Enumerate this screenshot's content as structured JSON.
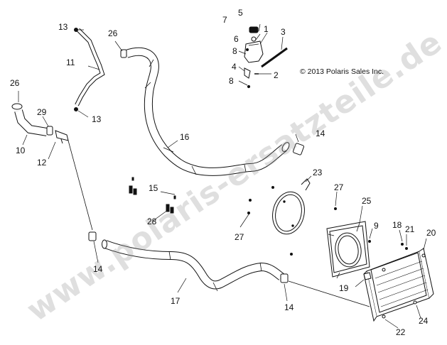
{
  "copyright": "© 2013 Polaris Sales Inc.",
  "watermark": "www.polaris-ersatzteile.de",
  "callouts": [
    {
      "id": "c1",
      "text": "1"
    },
    {
      "id": "c2",
      "text": "2"
    },
    {
      "id": "c3",
      "text": "3"
    },
    {
      "id": "c4",
      "text": "4"
    },
    {
      "id": "c5",
      "text": "5"
    },
    {
      "id": "c6",
      "text": "6"
    },
    {
      "id": "c7",
      "text": "7"
    },
    {
      "id": "c8a",
      "text": "8"
    },
    {
      "id": "c8b",
      "text": "8"
    },
    {
      "id": "c9",
      "text": "9"
    },
    {
      "id": "c10",
      "text": "10"
    },
    {
      "id": "c11",
      "text": "11"
    },
    {
      "id": "c12",
      "text": "12"
    },
    {
      "id": "c13a",
      "text": "13"
    },
    {
      "id": "c13b",
      "text": "13"
    },
    {
      "id": "c14a",
      "text": "14"
    },
    {
      "id": "c14b",
      "text": "14"
    },
    {
      "id": "c14c",
      "text": "14"
    },
    {
      "id": "c15",
      "text": "15"
    },
    {
      "id": "c16",
      "text": "16"
    },
    {
      "id": "c17",
      "text": "17"
    },
    {
      "id": "c18",
      "text": "18"
    },
    {
      "id": "c19",
      "text": "19"
    },
    {
      "id": "c20",
      "text": "20"
    },
    {
      "id": "c21",
      "text": "21"
    },
    {
      "id": "c22",
      "text": "22"
    },
    {
      "id": "c23",
      "text": "23"
    },
    {
      "id": "c24",
      "text": "24"
    },
    {
      "id": "c25",
      "text": "25"
    },
    {
      "id": "c26a",
      "text": "26"
    },
    {
      "id": "c26b",
      "text": "26"
    },
    {
      "id": "c27a",
      "text": "27"
    },
    {
      "id": "c27b",
      "text": "27"
    },
    {
      "id": "c28",
      "text": "28"
    },
    {
      "id": "c29",
      "text": "29"
    }
  ]
}
